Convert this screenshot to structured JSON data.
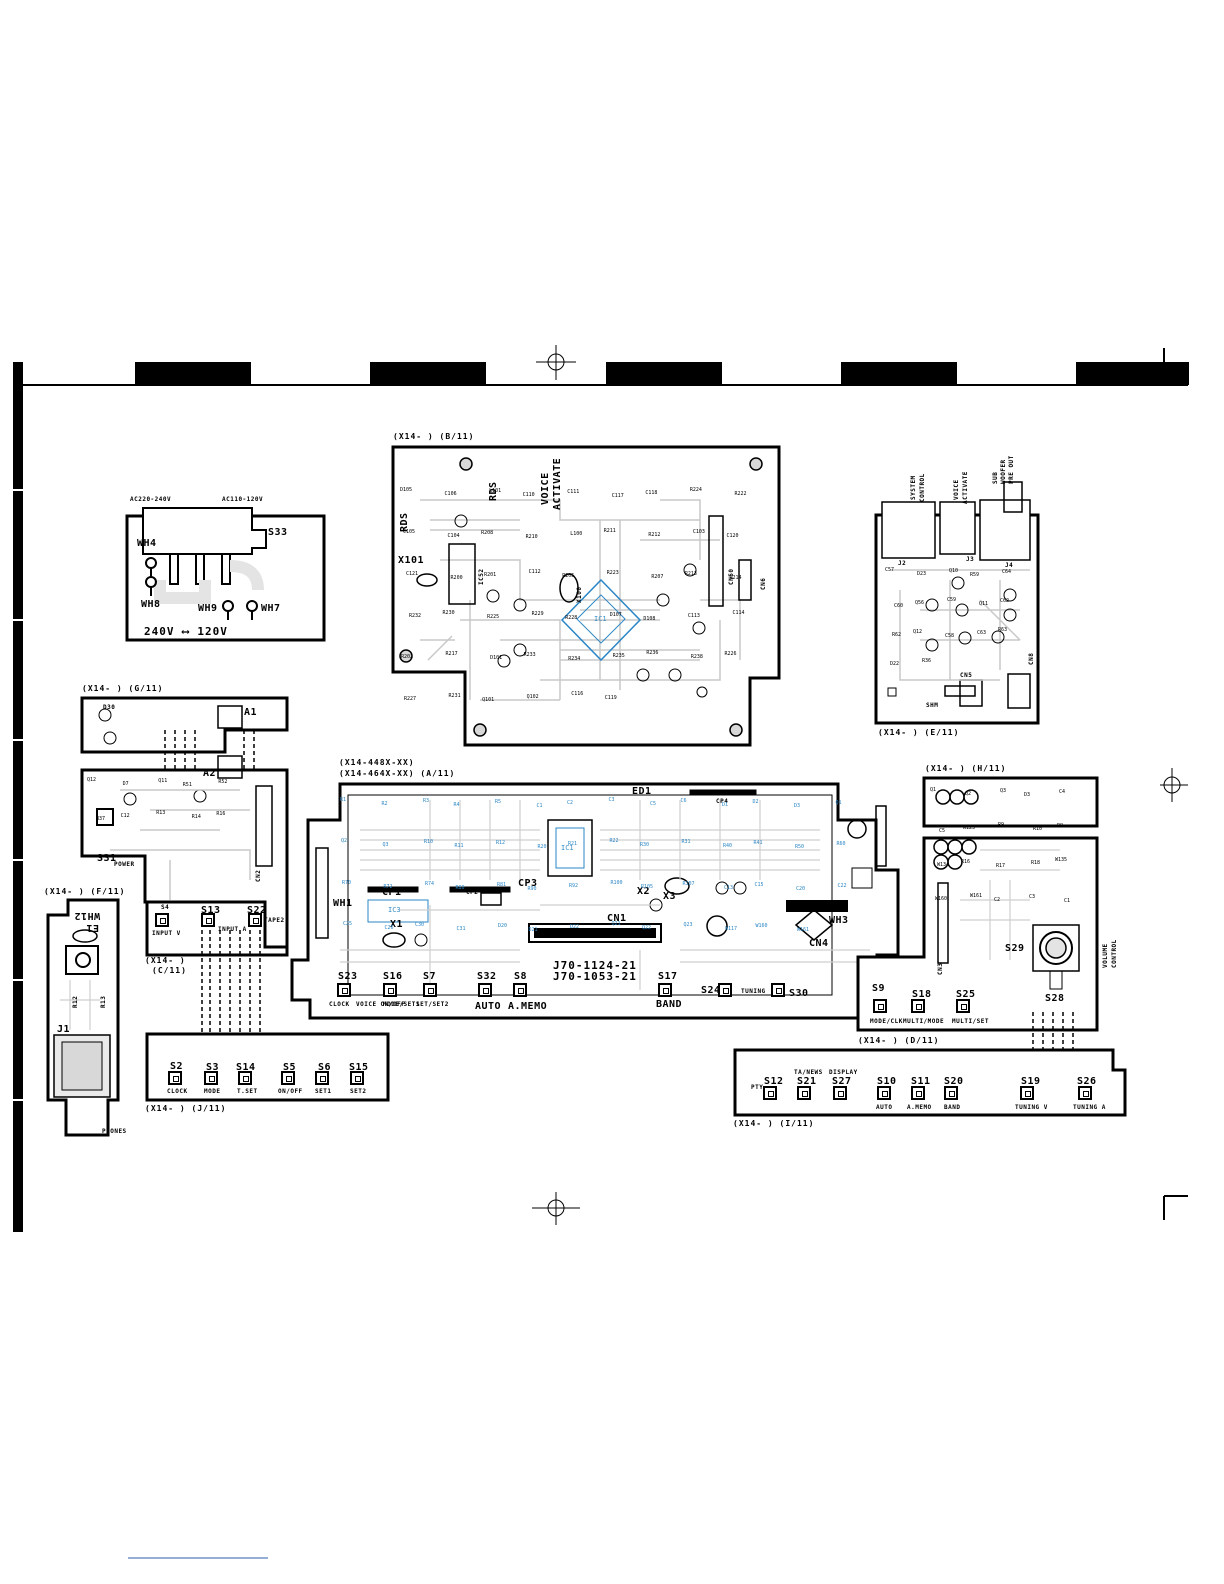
{
  "boards": {
    "b": {
      "id": "(X14- ) (B/11)",
      "rds": "RDS",
      "rds2": "RDS",
      "voice": "VOICE",
      "activate": "ACTIVATE",
      "ic": "IC1",
      "x101": "X101",
      "x100": "X100",
      "ic52": "IC52",
      "cn50": "CN50",
      "cn6": "CN6"
    },
    "e": {
      "id": "(X14- ) (E/11)",
      "system": "SYSTEM",
      "control": "CONTROL",
      "voice": "VOICE",
      "activate": "ACTIVATE",
      "sub": "SUB",
      "woofer": "WOOFER",
      "preout": "PRE OUT",
      "j2": "J2",
      "j3": "J3",
      "j4": "J4",
      "cn5": "CN5",
      "cn8": "CN8",
      "shm": "SHM"
    },
    "psu": {
      "ac1": "AC220-240V",
      "ac2": "AC110-120V",
      "s33": "S33",
      "wh4": "WH4",
      "wh8": "WH8",
      "wh9": "WH9",
      "wh7": "WH7",
      "volt": "240V ⟷ 120V"
    },
    "g": {
      "id": "(X14- ) (G/11)",
      "a1": "A1",
      "a2": "A2",
      "cn2": "CN2",
      "s31": "S31",
      "power": "POWER",
      "d30": "D30"
    },
    "a": {
      "id1": "(X14-448X-XX)",
      "id2": "(X14-464X-XX) (A/11)",
      "ed1": "ED1",
      "cp4": "CP4",
      "cp1": "CP1",
      "cp2": "CP2",
      "cp3": "CP3",
      "ic1": "IC1",
      "ic3": "IC3",
      "cn1": "CN1",
      "cn4": "CN4",
      "wh1": "WH1",
      "wh3": "WH3",
      "x1": "X1",
      "x2": "X2",
      "x3": "X3",
      "pn1": "J70-1124-21",
      "pn2": "J70-1053-21"
    },
    "c": {
      "id1": "(X14- )",
      "id2": "(C/11)"
    },
    "f": {
      "id": "(X14- ) (F/11)",
      "wh12": "WH12",
      "e1": "E1",
      "phones": "PHONES",
      "j1": "J1",
      "r12": "R12",
      "r13": "R13"
    },
    "j": {
      "id": "(X14- ) (J/11)"
    },
    "h": {
      "id": "(X14- ) (H/11)"
    },
    "d": {
      "id": "(X14- ) (D/11)",
      "volume": "VOLUME",
      "control": "CONTROL",
      "s28": "S28",
      "s29": "S29",
      "cn3": "CN3"
    },
    "i": {
      "id": "(X14- ) (I/11)"
    }
  },
  "switches": {
    "c": [
      {
        "ref": "S4",
        "name": "INPUT V"
      },
      {
        "ref": "S13",
        "name": "INPUT A"
      },
      {
        "ref": "S22",
        "name": "TAPE2"
      }
    ],
    "a": [
      {
        "ref": "S23",
        "name": "CLOCK"
      },
      {
        "ref": "S16",
        "name": "VOICE ON/OFF"
      },
      {
        "ref": "S7",
        "name": "MODE/SET1"
      },
      {
        "ref": "S32",
        "name": "SET/SET2"
      },
      {
        "ref": "S8",
        "name": "AUTO"
      },
      {
        "ref": "S17",
        "name": "A.MEMO"
      },
      {
        "ref": "S24",
        "name": "BAND"
      },
      {
        "ref": "S30",
        "name": "TUNING"
      }
    ],
    "j": [
      {
        "ref": "S2",
        "name": "CLOCK"
      },
      {
        "ref": "S3",
        "name": "MODE"
      },
      {
        "ref": "S14",
        "name": "T.SET"
      },
      {
        "ref": "S5",
        "name": "ON/OFF"
      },
      {
        "ref": "S6",
        "name": "SET1"
      },
      {
        "ref": "S15",
        "name": "SET2"
      }
    ],
    "d": [
      {
        "ref": "S9",
        "name": "MODE/CLK"
      },
      {
        "ref": "S18",
        "name": "MULTI/MODE"
      },
      {
        "ref": "S25",
        "name": "MULTI/SET"
      }
    ],
    "i": [
      {
        "ref": "S12",
        "name": "PTY"
      },
      {
        "ref": "S21",
        "name": "TA/NEWS"
      },
      {
        "ref": "S27",
        "name": "DISPLAY"
      },
      {
        "ref": "S10",
        "name": "AUTO"
      },
      {
        "ref": "S11",
        "name": "A.MEMO"
      },
      {
        "ref": "S20",
        "name": "BAND"
      },
      {
        "ref": "S19",
        "name": "TUNING V"
      },
      {
        "ref": "S26",
        "name": "TUNING A"
      }
    ]
  },
  "parts": {
    "b": [
      "D105",
      "C106",
      "L101",
      "C110",
      "C111",
      "C117",
      "C118",
      "R224",
      "R222",
      "C105",
      "C104",
      "R208",
      "R210",
      "L100",
      "R211",
      "R212",
      "C103",
      "C120",
      "C121",
      "R200",
      "R201",
      "C112",
      "R205",
      "R223",
      "R207",
      "R213",
      "R214",
      "R232",
      "R230",
      "R225",
      "R229",
      "R228",
      "D107",
      "D108",
      "C113",
      "C114",
      "R202",
      "R217",
      "D101",
      "R233",
      "R234",
      "R235",
      "R236",
      "R238",
      "R226",
      "R227",
      "R231",
      "Q101",
      "Q102",
      "C116",
      "C119"
    ],
    "e": [
      "C57",
      "D23",
      "Q10",
      "R59",
      "C64",
      "C60",
      "Q56",
      "C59",
      "Q11",
      "C62",
      "R62",
      "Q12",
      "C58",
      "C63",
      "R63",
      "D22",
      "R36"
    ],
    "g": [
      "Q12",
      "D7",
      "Q11",
      "R51",
      "R52",
      "W37",
      "C12",
      "R13",
      "R14",
      "R16"
    ],
    "a": [
      "R1",
      "R2",
      "R3",
      "R4",
      "R5",
      "C1",
      "C2",
      "C3",
      "C5",
      "C6",
      "D1",
      "D2",
      "D3",
      "Q1",
      "Q2",
      "Q3",
      "R10",
      "R11",
      "R12",
      "R20",
      "R21",
      "R22",
      "R30",
      "R31",
      "R40",
      "R41",
      "R50",
      "R60",
      "R70",
      "R72",
      "R74",
      "R80",
      "R81",
      "R90",
      "R92",
      "R100",
      "R105",
      "R107",
      "C13",
      "C15",
      "C20",
      "C22",
      "C25",
      "C26",
      "C30",
      "C31",
      "D20",
      "D21",
      "D22",
      "Q21",
      "Q22",
      "Q23",
      "W117",
      "W160",
      "W161"
    ],
    "h": [
      "Q1",
      "Q2",
      "Q3",
      "D3",
      "C4",
      "C5",
      "W123",
      "R9",
      "R10",
      "R8",
      "W134",
      "R16",
      "R17",
      "R18",
      "W135",
      "W160",
      "W161",
      "C2",
      "C3",
      "C1"
    ]
  }
}
